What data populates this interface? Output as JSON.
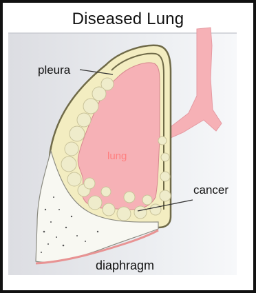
{
  "title": "Diseased Lung",
  "labels": {
    "pleura": "pleura",
    "lung": "lung",
    "cancer": "cancer",
    "diaphragm": "diaphragm"
  },
  "colors": {
    "frame": "#111111",
    "background": "#ffffff",
    "shade": "#e9e9ec",
    "lung_tissue": "#f6b1b6",
    "pleura": "#f3edc1",
    "cancer_growth": "#efeccb",
    "diaphragm": "#e89393",
    "lung_label": "#ff7f7f"
  }
}
